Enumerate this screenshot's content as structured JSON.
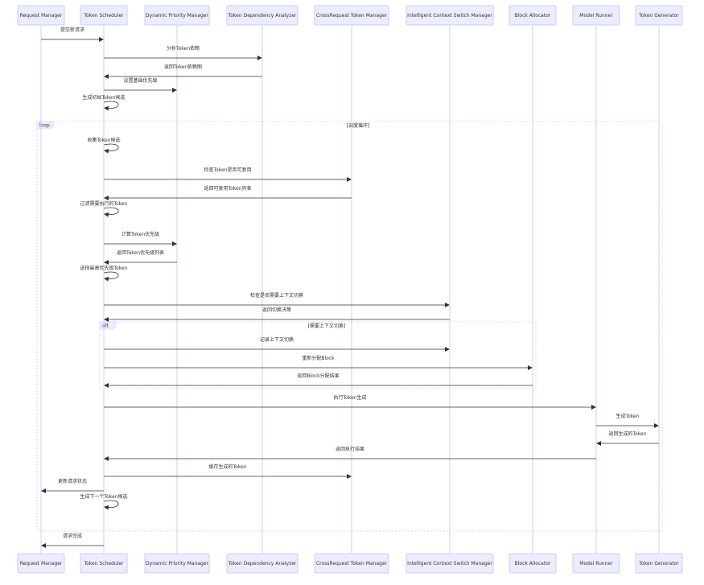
{
  "participants": [
    {
      "id": "rm",
      "label": "Request Manager"
    },
    {
      "id": "ts",
      "label": "Token Scheduler"
    },
    {
      "id": "dpm",
      "label": "Dynamic Priority Manager"
    },
    {
      "id": "tda",
      "label": "Token Dependency Analyzer"
    },
    {
      "id": "crtm",
      "label": "CrossRequest Token Manager"
    },
    {
      "id": "icsm",
      "label": "Intelligent Context Switch Manager"
    },
    {
      "id": "ba",
      "label": "Block Allocator"
    },
    {
      "id": "mr",
      "label": "Model Runner"
    },
    {
      "id": "tg",
      "label": "Token Generator"
    }
  ],
  "messages": [
    {
      "from": "rm",
      "to": "ts",
      "text": "提交新请求",
      "style": "solid"
    },
    {
      "from": "ts",
      "to": "tda",
      "text": "分析Token依赖",
      "style": "solid"
    },
    {
      "from": "tda",
      "to": "ts",
      "text": "返回Token依赖图",
      "style": "solid"
    },
    {
      "from": "ts",
      "to": "dpm",
      "text": "设置基础优先级",
      "style": "solid"
    },
    {
      "from": "ts",
      "to": "ts",
      "text": "生成初始Token候选",
      "style": "solid"
    },
    {
      "from": "ts",
      "to": "ts",
      "text": "收集Token候选",
      "style": "solid"
    },
    {
      "from": "ts",
      "to": "crtm",
      "text": "检查Token是否可复用",
      "style": "solid"
    },
    {
      "from": "crtm",
      "to": "ts",
      "text": "返回可复用Token列表",
      "style": "solid"
    },
    {
      "from": "ts",
      "to": "ts",
      "text": "过滤需要执行的Token",
      "style": "solid"
    },
    {
      "from": "ts",
      "to": "dpm",
      "text": "计算Token优先级",
      "style": "solid"
    },
    {
      "from": "dpm",
      "to": "ts",
      "text": "返回Token优先级列表",
      "style": "solid"
    },
    {
      "from": "ts",
      "to": "ts",
      "text": "选择最高优先级Token",
      "style": "solid"
    },
    {
      "from": "ts",
      "to": "icsm",
      "text": "检查是否需要上下文切换",
      "style": "solid"
    },
    {
      "from": "icsm",
      "to": "ts",
      "text": "返回切换决策",
      "style": "solid"
    },
    {
      "from": "ts",
      "to": "icsm",
      "text": "记录上下文切换",
      "style": "solid"
    },
    {
      "from": "ts",
      "to": "ba",
      "text": "重新分配Block",
      "style": "solid"
    },
    {
      "from": "ba",
      "to": "ts",
      "text": "返回Block分配结果",
      "style": "solid"
    },
    {
      "from": "ts",
      "to": "mr",
      "text": "执行Token生成",
      "style": "solid"
    },
    {
      "from": "mr",
      "to": "tg",
      "text": "生成Token",
      "style": "solid"
    },
    {
      "from": "tg",
      "to": "mr",
      "text": "返回生成的Token",
      "style": "solid"
    },
    {
      "from": "mr",
      "to": "ts",
      "text": "返回执行结果",
      "style": "solid"
    },
    {
      "from": "ts",
      "to": "crtm",
      "text": "缓存生成的Token",
      "style": "solid"
    },
    {
      "from": "ts",
      "to": "rm",
      "text": "更新请求状态",
      "style": "solid"
    },
    {
      "from": "ts",
      "to": "ts",
      "text": "生成下一个Token候选",
      "style": "solid"
    },
    {
      "from": "ts",
      "to": "rm",
      "text": "请求完成",
      "style": "solid"
    }
  ],
  "frames": [
    {
      "kind": "loop",
      "label": "loop",
      "condition": "[调度循环]"
    },
    {
      "kind": "alt",
      "label": "alt",
      "condition": "[需要上下文切换]"
    }
  ]
}
